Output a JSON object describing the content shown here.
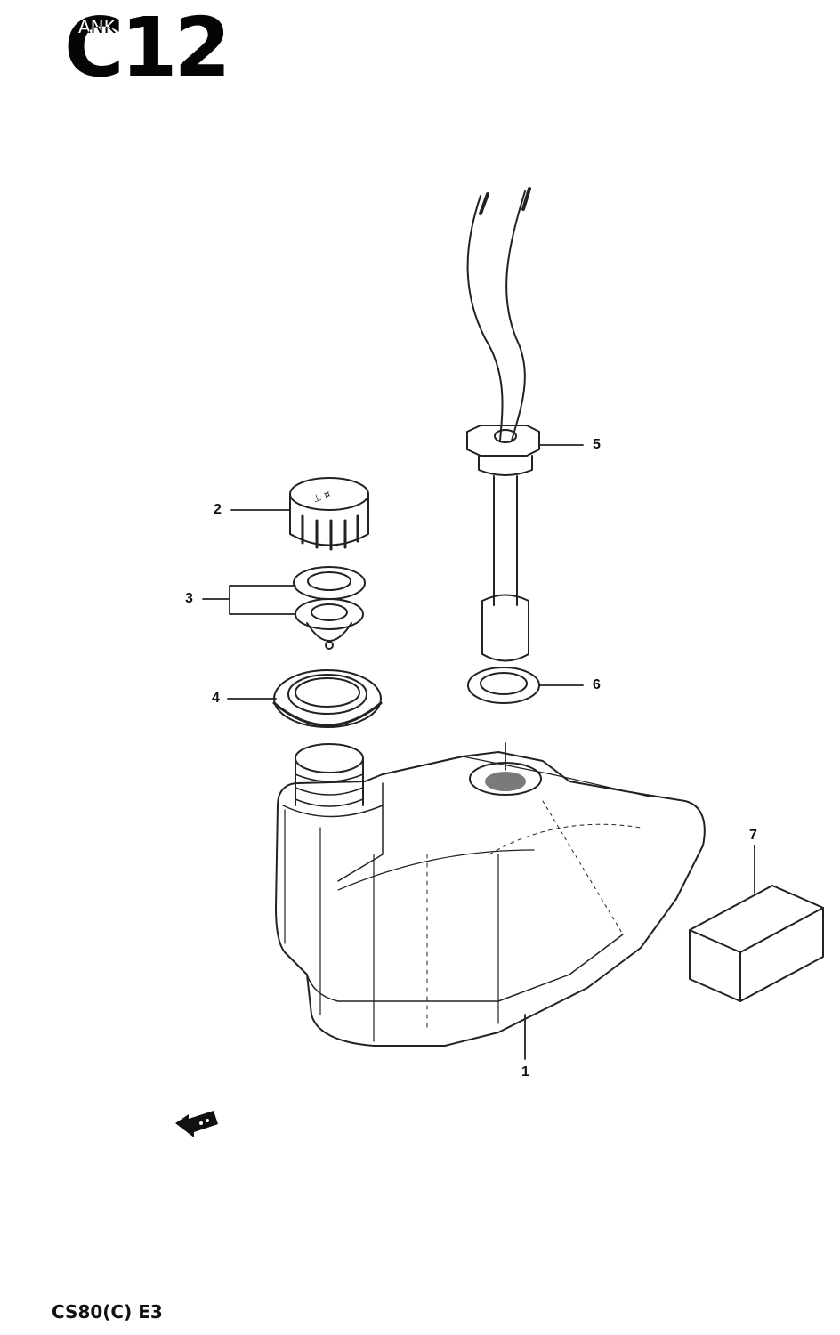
{
  "header": {
    "page_code": "C12",
    "page_tag": "ANK"
  },
  "callouts": [
    "1",
    "2",
    "3",
    "4",
    "5",
    "6",
    "7"
  ],
  "footer": {
    "model_code": "CS80(C) E3"
  },
  "icons": [
    "front-direction-arrow-icon"
  ]
}
